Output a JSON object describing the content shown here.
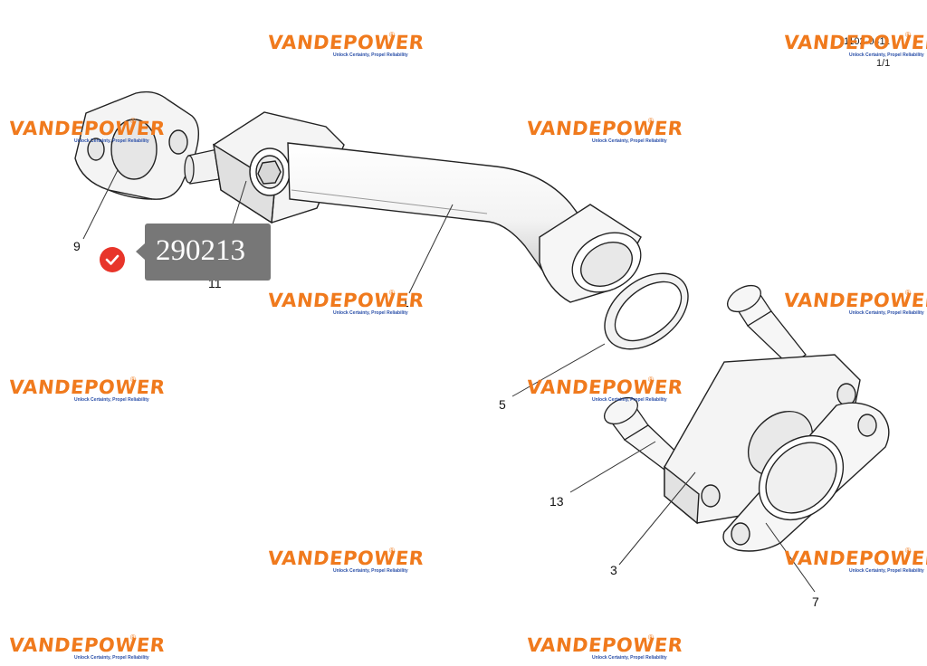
{
  "header": {
    "page_ref": "1102-0411",
    "page_number": "1/1"
  },
  "callout": {
    "part_code": "290213"
  },
  "watermark": {
    "brand": "VANDEPOWER",
    "registered": "®",
    "tagline": "Unlock Certainty, Propel Reliability"
  },
  "labels": {
    "part_9": "9",
    "part_11": "11",
    "part_1": "1",
    "part_5": "5",
    "part_13": "13",
    "part_3": "3",
    "part_7": "7"
  },
  "colors": {
    "brand_orange": "#f07a1d",
    "tag_blue": "#2a4fa8",
    "callout_gray": "#777777",
    "check_red": "#e8352a"
  },
  "icons": {
    "check": "check-circle-icon"
  }
}
